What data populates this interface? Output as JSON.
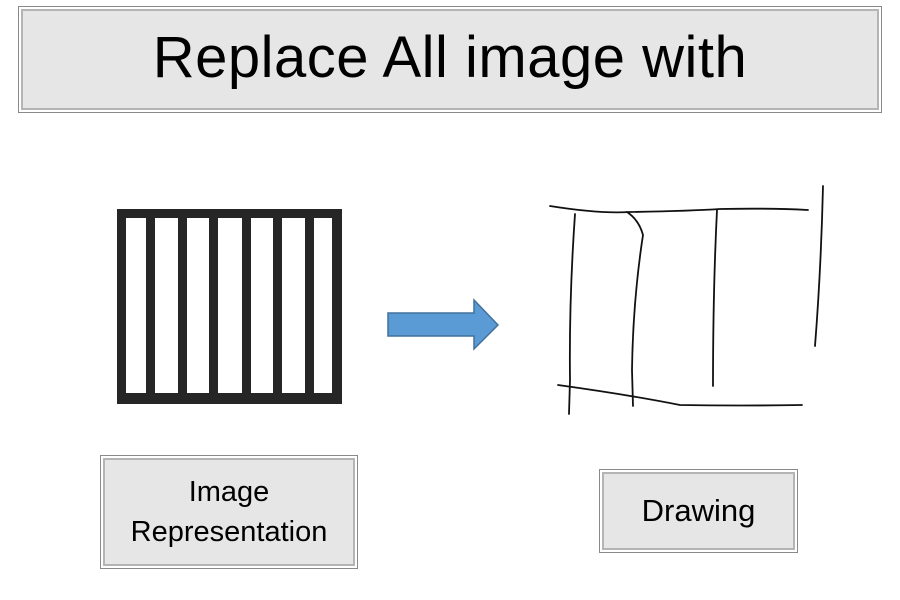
{
  "title": "Replace All image with",
  "left_label": "Image Representation",
  "right_label": "Drawing",
  "icons": {
    "left": "barred-image-icon",
    "middle": "right-arrow-icon",
    "right": "hand-drawn-sketch"
  },
  "colors": {
    "box_fill": "#e6e6e6",
    "arrow_fill": "#5b9bd5",
    "arrow_stroke": "#41719c",
    "icon_fill": "#262626"
  }
}
